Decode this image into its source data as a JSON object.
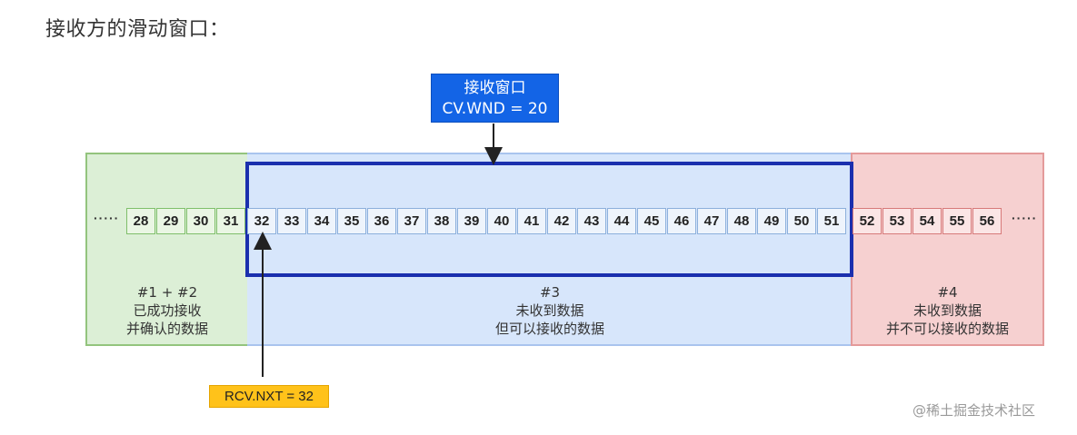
{
  "heading": "接收方的滑动窗口：",
  "receive_window": {
    "title": "接收窗口",
    "subtitle": "CV.WND = 20"
  },
  "rcv_nxt": "RCV.NXT = 32",
  "ellipsis": "·····",
  "zones": [
    {
      "tag": "#1 + #2",
      "line1": "已成功接收",
      "line2": "并确认的数据",
      "color": "#dcefd6"
    },
    {
      "tag": "#3",
      "line1": "未收到数据",
      "line2": "但可以接收的数据",
      "color": "#d7e6fb"
    },
    {
      "tag": "#4",
      "line1": "未收到数据",
      "line2": "并不可以接收的数据",
      "color": "#f6d0d0"
    }
  ],
  "sequence": {
    "received": [
      "28",
      "29",
      "30",
      "31"
    ],
    "window": [
      "32",
      "33",
      "34",
      "35",
      "36",
      "37",
      "38",
      "39",
      "40",
      "41",
      "42",
      "43",
      "44",
      "45",
      "46",
      "47",
      "48",
      "49",
      "50",
      "51"
    ],
    "blocked": [
      "52",
      "53",
      "54",
      "55",
      "56"
    ]
  },
  "watermark": "@稀土掘金技术社区"
}
